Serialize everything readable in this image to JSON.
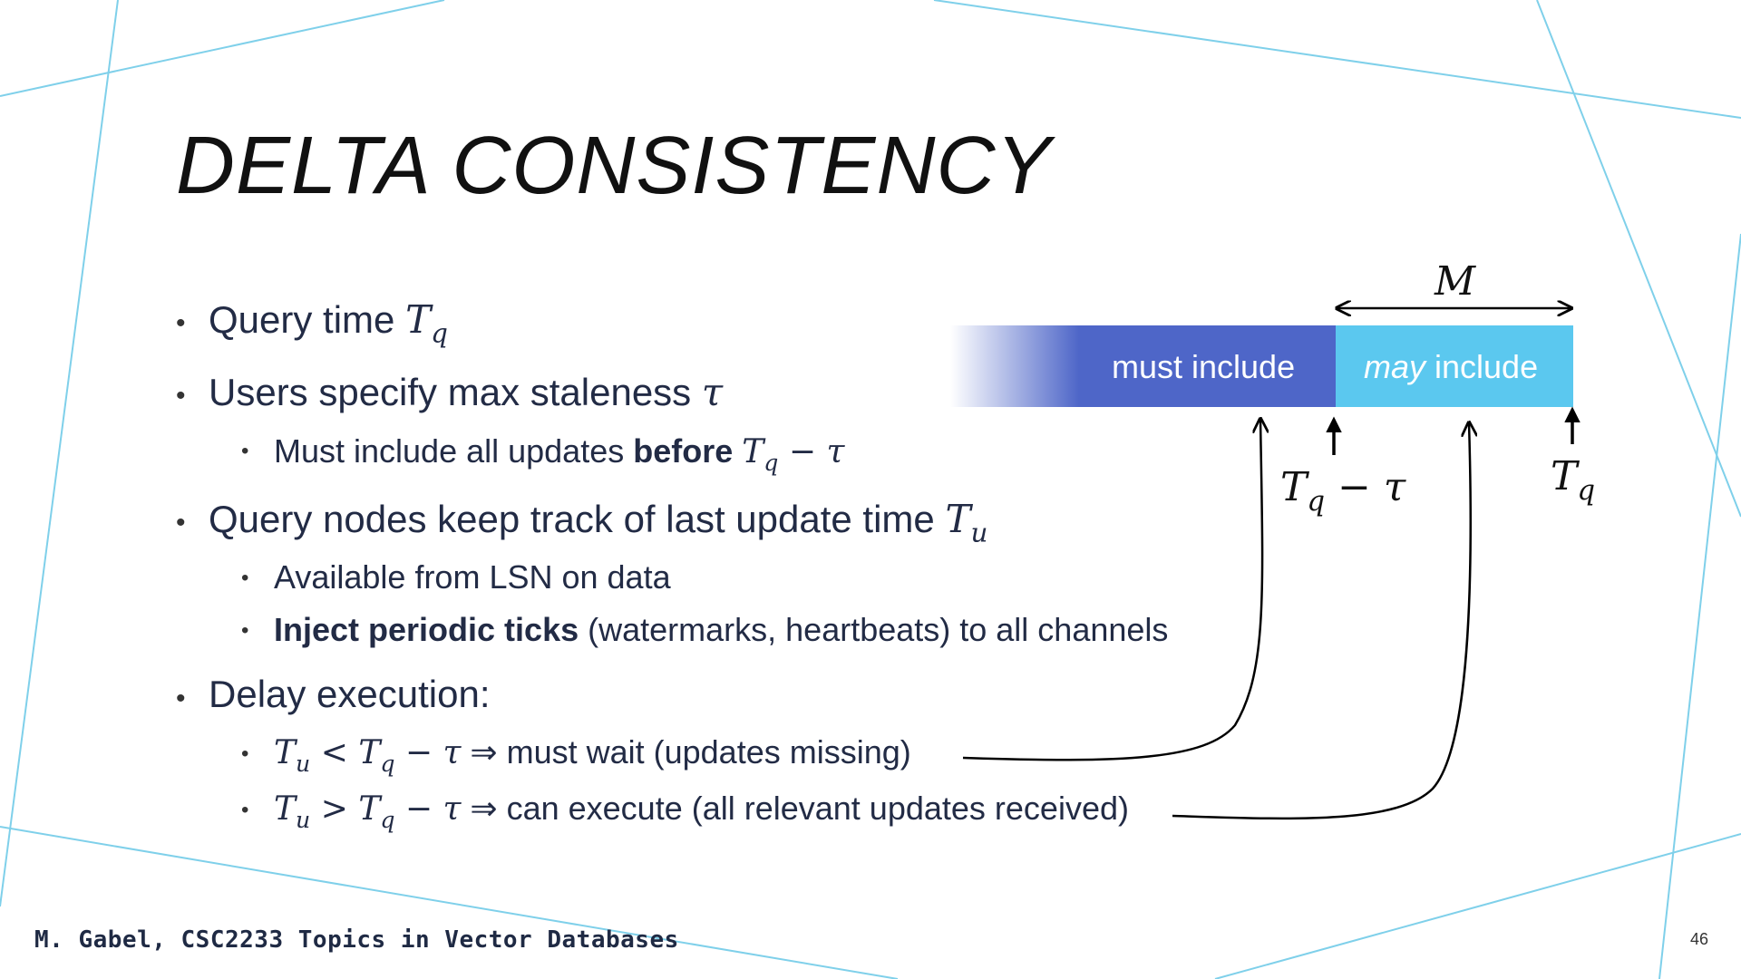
{
  "title": "DELTA CONSISTENCY",
  "bullets": {
    "b1_text": "Query time ",
    "b1_math": "T",
    "b1_sub": "q",
    "b2_text": "Users specify max staleness ",
    "b2_math": "τ",
    "b2a_text": "Must include all updates ",
    "b2a_bold": "before",
    "b2a_math_T": "T",
    "b2a_math_sub": "q",
    "b2a_math_rest": " − τ",
    "b3_text": "Query nodes keep track of last update time ",
    "b3_math": "T",
    "b3_sub": "u",
    "b3a_text": "Available from LSN on data",
    "b3b_bold": "Inject periodic ticks",
    "b3b_text": " (watermarks, heartbeats) to all channels",
    "b4_text": "Delay execution:",
    "b4a_T1": "T",
    "b4a_s1": "u",
    "b4a_op": " < ",
    "b4a_T2": "T",
    "b4a_s2": "q",
    "b4a_rest": " − τ",
    "b4a_text": " ⇒ must wait (updates missing)",
    "b4b_T1": "T",
    "b4b_s1": "u",
    "b4b_op": " > ",
    "b4b_T2": "T",
    "b4b_s2": "q",
    "b4b_rest": " − τ",
    "b4b_text": " ⇒ can execute (all relevant updates received)"
  },
  "diagram": {
    "must_label": "must include",
    "may_italic": "may",
    "may_label": " include",
    "M_label": "M",
    "tq_tau_T": "T",
    "tq_tau_sub": "q",
    "tq_tau_rest": " − τ",
    "tq_T": "T",
    "tq_sub": "q",
    "colors": {
      "must": "#4e66c8",
      "may": "#5bc8ef",
      "lines": "#7fd0ea"
    }
  },
  "footer": "M. Gabel, CSC2233 Topics in Vector Databases",
  "page_number": "46"
}
